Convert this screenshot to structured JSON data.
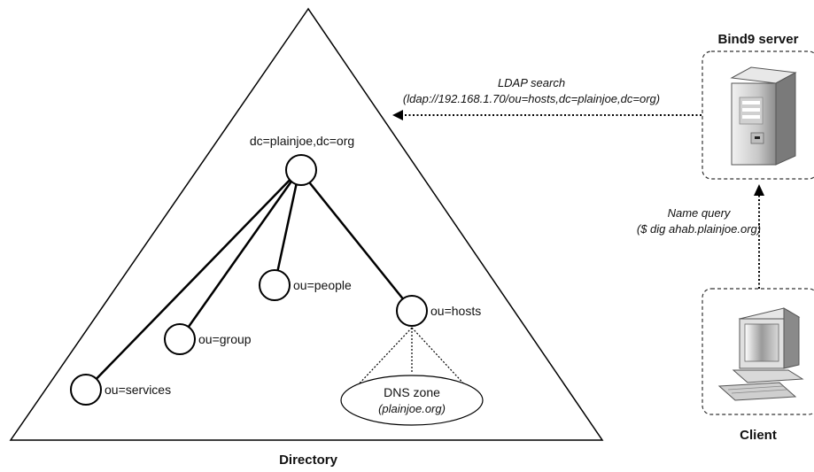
{
  "directory": {
    "title": "Directory",
    "root": "dc=plainjoe,dc=org",
    "nodes": {
      "services": "ou=services",
      "group": "ou=group",
      "people": "ou=people",
      "hosts": "ou=hosts"
    },
    "dns_zone": {
      "title": "DNS zone",
      "domain": "(plainjoe.org)"
    }
  },
  "ldap_search": {
    "title": "LDAP search",
    "url": "(ldap://192.168.1.70/ou=hosts,dc=plainjoe,dc=org)"
  },
  "name_query": {
    "title": "Name query",
    "command": "($ dig ahab.plainjoe.org)"
  },
  "server": {
    "label": "Bind9 server"
  },
  "client": {
    "label": "Client"
  }
}
